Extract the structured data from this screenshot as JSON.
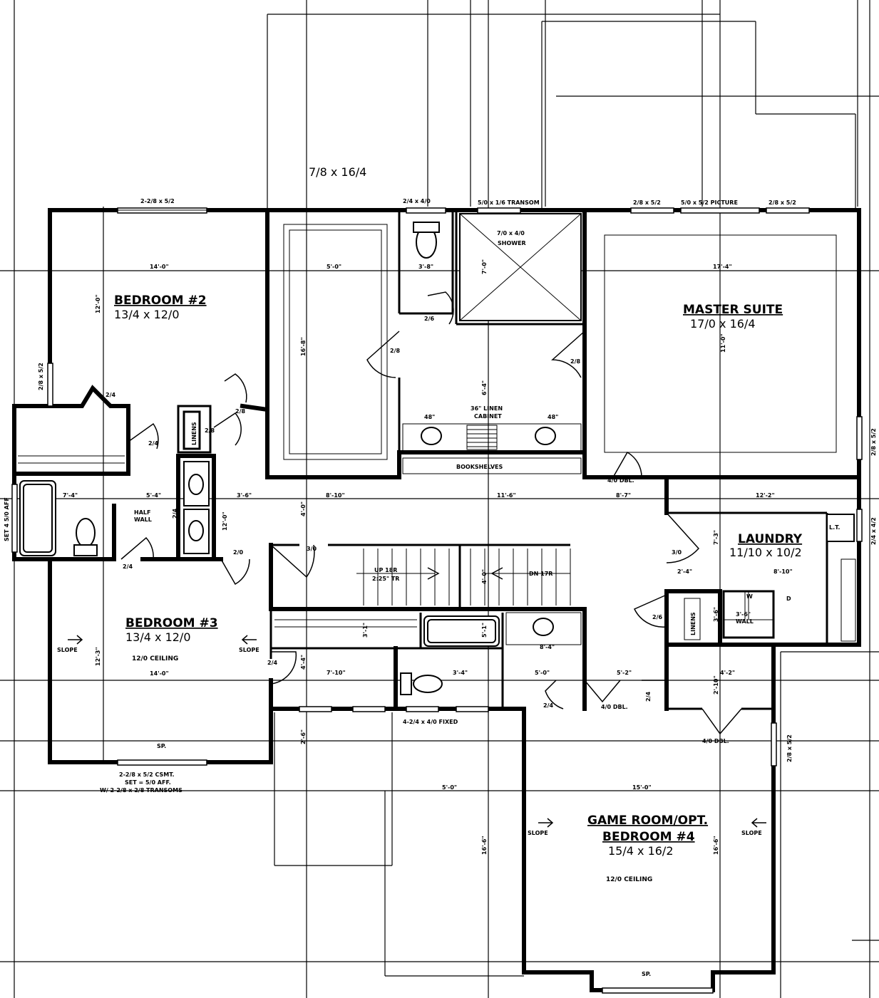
{
  "rooms": {
    "bedroom2": {
      "name": "BEDROOM #2",
      "size": "13/4 x 12/0"
    },
    "bath_room": {
      "size": "7/8 x 16/4"
    },
    "master": {
      "name": "MASTER SUITE",
      "size": "17/0 x 16/4"
    },
    "laundry": {
      "name": "LAUNDRY",
      "size": "11/10 x 10/2"
    },
    "bedroom3": {
      "name": "BEDROOM #3",
      "size": "13/4 x 12/0",
      "ceiling": "12/0 CEILING"
    },
    "game": {
      "name": "GAME ROOM/OPT.",
      "name2": "BEDROOM #4",
      "size": "15/4 x 16/2",
      "ceiling": "12/0 CEILING"
    }
  },
  "windows": {
    "w_bed2_top": "2-2/8 x 5/2",
    "w_bath_top": "2/4 x 4/0",
    "w_transom": "5/0 x 1/6 TRANSOM",
    "w_master_1": "2/8 x 5/2",
    "w_picture": "5/0 x 5/2 PICTURE",
    "w_master_2": "2/8 x 5/2",
    "w_bed2_left": "2/8 x 5/2",
    "w_master_right": "2/8 x 5/2",
    "w_laundry_right": "2/4 x 4/2",
    "w_left_bath": "SET 4 5/0 AFF",
    "w_game_right": "2/8 x 5/2",
    "w_bed3_bottom_1": "2-2/8 x 5/2 CSMT.",
    "w_bed3_bottom_2": "SET = 5/0 AFF.",
    "w_bed3_bottom_3": "W/ 2-2/8 x 2/8 TRANSOMS",
    "w_fixed": "4-2/4 x 4/0 FIXED"
  },
  "labels": {
    "shower": "7/0 x 4/0",
    "shower2": "SHOWER",
    "linen_cab": "36\" LINEN",
    "linen_cab2": "CABINET",
    "bookshelves": "BOOKSHELVES",
    "linens1": "LINENS",
    "linens2": "LINENS",
    "half_wall": "HALF",
    "half_wall2": "WALL",
    "half_wall3": "3'-6\"",
    "half_wall4": "WALL",
    "up": "UP 18R",
    "up2": "2:25\" TR",
    "dn": "DN 17R",
    "lt": "L.T.",
    "sp1": "SP.",
    "sp2": "SP.",
    "slope1": "SLOPE",
    "slope2": "SLOPE",
    "slope3": "SLOPE",
    "slope4": "SLOPE",
    "sink1": "48\"",
    "sink2": "48\"",
    "dbl1": "4/0 DBL.",
    "dbl2": "4/0 DBL.",
    "dbl3": "4/0 DBL.",
    "w": "W",
    "d": "D"
  },
  "doors": {
    "d1": "2/6",
    "d2": "2/8",
    "d3": "2/8",
    "d4": "2/4",
    "d5": "2/4",
    "d6": "2/8",
    "d7": "2/0",
    "d8": "2/4",
    "d9": "2/8",
    "d10": "3/0",
    "d11": "3/0",
    "d12": "2/4",
    "d13": "2/4",
    "d14": "2/6",
    "d15": "2/4",
    "d16": "2/4"
  },
  "dims": {
    "a1": "14'-0\"",
    "a2": "5'-0\"",
    "a3": "3'-8\"",
    "a4": "17'-4\"",
    "a5": "12'-0\"",
    "a6": "16'-8\"",
    "a7": "7'-0\"",
    "a8": "11'-0\"",
    "a9": "6'-4\"",
    "a10": "7'-4\"",
    "a11": "5'-4\"",
    "a12": "3'-6\"",
    "a13": "8'-10\"",
    "a14": "11'-6\"",
    "a15": "8'-7\"",
    "a16": "12'-2\"",
    "a17": "2'-4\"",
    "a18": "8'-10\"",
    "a19": "4'-0\"",
    "a20": "4'-0\"",
    "a21": "7'-10\"",
    "a22": "3'-4\"",
    "a23": "5'-0\"",
    "a24": "5'-2\"",
    "a25": "4'-2\"",
    "a26": "14'-0\"",
    "a27": "12'-3\"",
    "a28": "5'-0\"",
    "a29": "15'-0\"",
    "a30": "16'-6\"",
    "a31": "16'-6\"",
    "a32": "8'-4\"",
    "a33": "7'-3\"",
    "a34": "3'-6\"",
    "a35": "4'-4\"",
    "a36": "5'-1\"",
    "a37": "3'-1\"",
    "a38": "2'-6\"",
    "a39": "2'-10\"",
    "a40": "12'-0\""
  }
}
